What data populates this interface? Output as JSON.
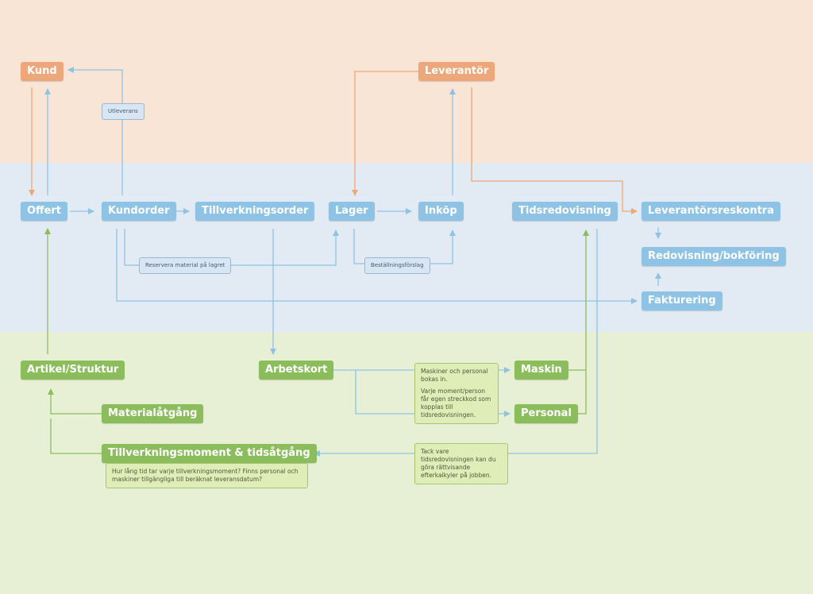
{
  "nodes": {
    "kund": "Kund",
    "leverantor": "Leverantör",
    "offert": "Offert",
    "kundorder": "Kundorder",
    "tillverkningsorder": "Tillverkningsorder",
    "lager": "Lager",
    "inkop": "Inköp",
    "tidsredovisning": "Tidsredovisning",
    "leverantorsreskontra": "Leverantörsreskontra",
    "redovisning": "Redovisning/bokföring",
    "fakturering": "Fakturering",
    "artikel": "Artikel/Struktur",
    "arbetskort": "Arbetskort",
    "maskin": "Maskin",
    "personal": "Personal",
    "materialatgang": "Materialåtgång",
    "tillverkningsmoment": "Tillverkningsmoment & tidsåtgång"
  },
  "labels": {
    "utleverans": "Utleverans",
    "reservera": "Reservera material på lagret",
    "bestallning": "Beställningsförslag"
  },
  "notes": {
    "arbetskort_note_1": "Maskiner och personal bokas in.",
    "arbetskort_note_2": "Varje moment/person får egen streckkod som kopplas till tidsredovisningen.",
    "tack_note": "Tack vare tidsredovisningen kan du göra rättvisande efterkalkyler på jobben.",
    "tillverkning_note": "Hur lång tid tar varje tillverkningsmoment? Finns personal och maskiner tillgängliga till beräknat leveransdatum?"
  },
  "colors": {
    "band_top": "#f9e5d6",
    "band_middle": "#e2ebf4",
    "band_bottom": "#e7f0d4",
    "orange": "#eea77a",
    "blue": "#8ec3e6",
    "green": "#8cbd5c"
  }
}
